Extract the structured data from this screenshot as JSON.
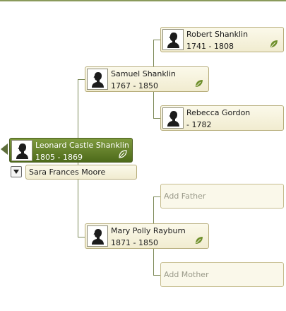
{
  "tree": {
    "focus": {
      "name": "Leonard Castle Shanklin",
      "dates": "1805 - 1869"
    },
    "spouse": {
      "name": "Sara Frances Moore"
    },
    "father": {
      "name": "Samuel Shanklin",
      "dates": "1767 - 1850"
    },
    "mother": {
      "name": "Mary Polly Rayburn",
      "dates": "1871 - 1850"
    },
    "paternal_grandfather": {
      "name": "Robert Shanklin",
      "dates": "1741 - 1808"
    },
    "paternal_grandmother": {
      "name": "Rebecca Gordon",
      "dates": "- 1782"
    },
    "add_father_label": "Add Father",
    "add_mother_label": "Add Mother"
  },
  "icons": {
    "silhouette": "silhouette-icon",
    "leaf_hint": "leaf-hint-icon",
    "dropdown": "chevron-down-icon",
    "nav_back": "back-arrow-icon"
  },
  "colors": {
    "focus_top": "#7e9a3e",
    "focus_bottom": "#4d6a1a",
    "card_top": "#fbf9ea",
    "card_bottom": "#f1ecd0",
    "card_border": "#b7ad7b",
    "connector": "#7d8a58",
    "leaf": "#6e8f2b"
  }
}
